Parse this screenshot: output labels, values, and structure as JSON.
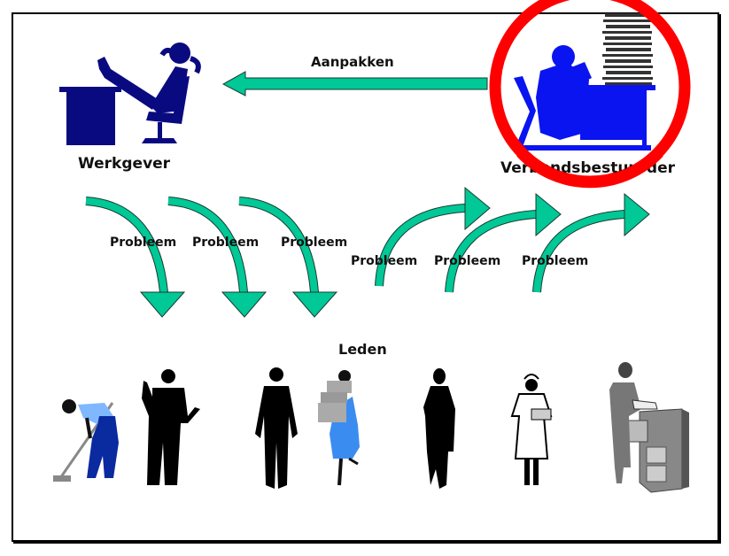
{
  "slide": {
    "top": {
      "employer_label": "Werkgever",
      "union_official_label": "Verbondsbestuurder",
      "action_arrow_label": "Aanpakken"
    },
    "down_arrows": [
      {
        "label": "Probleem"
      },
      {
        "label": "Probleem"
      },
      {
        "label": "Probleem"
      }
    ],
    "up_arrows": [
      {
        "label": "Probleem"
      },
      {
        "label": "Probleem"
      },
      {
        "label": "Probleem"
      }
    ],
    "members_label": "Leden",
    "members": [
      {
        "role": "cleaner-with-broom"
      },
      {
        "role": "gesturing-man"
      },
      {
        "role": "standing-man"
      },
      {
        "role": "woman-carrying-boxes"
      },
      {
        "role": "standing-woman"
      },
      {
        "role": "nurse"
      },
      {
        "role": "office-clerk-at-filing-cabinet"
      }
    ],
    "colors": {
      "arrow_fill": "#00c896",
      "arrow_stroke": "#1a3a30",
      "employer_blue": "#0a0a80",
      "official_blue": "#0a14f0",
      "prohibition_red": "#ff0000",
      "member_light_blue": "#3b8cf0",
      "member_dark_blue": "#0a2aa0"
    }
  }
}
